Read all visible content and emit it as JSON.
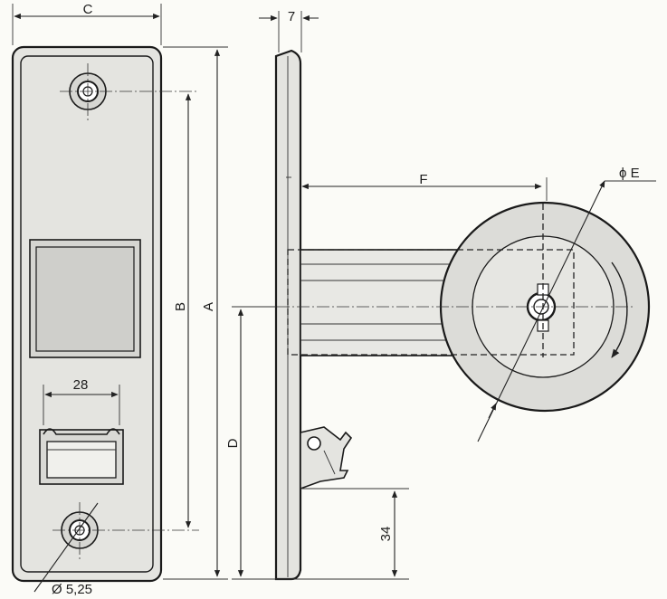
{
  "dimensions": {
    "c": "C",
    "seven": "7",
    "a": "A",
    "b": "B",
    "d": "D",
    "f": "F",
    "e": "ϕ E",
    "w28": "28",
    "h34": "34",
    "hole": "Ø 5,25"
  },
  "colors": {
    "ink": "#1a1a1a",
    "paper": "#fbfbf7",
    "metal": "#e4e4e0"
  }
}
